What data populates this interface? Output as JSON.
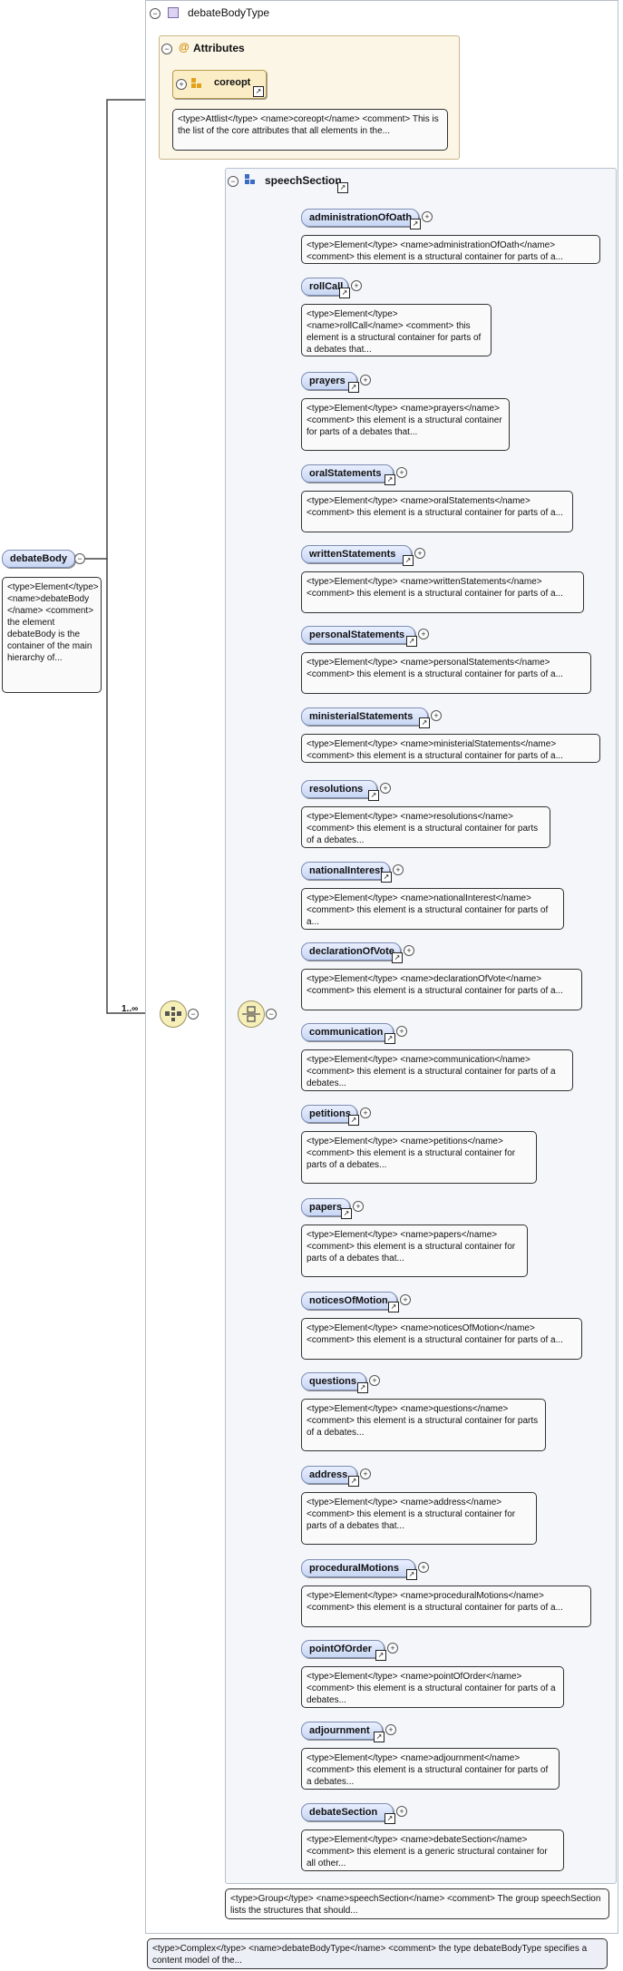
{
  "type": {
    "title": "debateBodyType",
    "comment": "<type>Complex</type> <name>debateBodyType</name> <comment> the type debateBodyType specifies a content model of the..."
  },
  "attributes": {
    "title": "Attributes",
    "coreopt_label": "coreopt",
    "coreopt_comment": "<type>Attlist</type> <name>coreopt</name> <comment> This is the list of the core attributes that all elements in the..."
  },
  "root": {
    "label": "debateBody",
    "comment": "<type>Element</type> <name>debateBody </name> <comment> the element debateBody is the container of the main hierarchy of..."
  },
  "multiplicity": "1..∞",
  "group": {
    "title": "speechSection",
    "comment": "<type>Group</type> <name>speechSection</name> <comment> The group speechSection lists the structures that should..."
  },
  "elements": [
    {
      "label": "administrationOfOath",
      "comment": "<type>Element</type> <name>administrationOfOath</name> <comment> this element is a structural container for parts of a..."
    },
    {
      "label": "rollCall",
      "comment": "<type>Element</type> <name>rollCall</name> <comment> this element is a structural container for parts of a debates that..."
    },
    {
      "label": "prayers",
      "comment": "<type>Element</type> <name>prayers</name> <comment> this element is a structural container for parts of a debates that..."
    },
    {
      "label": "oralStatements",
      "comment": "<type>Element</type> <name>oralStatements</name> <comment> this element is a structural container for parts of a..."
    },
    {
      "label": "writtenStatements",
      "comment": "<type>Element</type> <name>writtenStatements</name> <comment> this element is a structural container for parts of a..."
    },
    {
      "label": "personalStatements",
      "comment": "<type>Element</type> <name>personalStatements</name> <comment> this element is a structural container for parts of a..."
    },
    {
      "label": "ministerialStatements",
      "comment": "<type>Element</type> <name>ministerialStatements</name> <comment> this element is a structural container for parts of a..."
    },
    {
      "label": "resolutions",
      "comment": "<type>Element</type> <name>resolutions</name> <comment> this element is a structural container for parts of a debates..."
    },
    {
      "label": "nationalInterest",
      "comment": "<type>Element</type> <name>nationalInterest</name> <comment> this element is a structural container for parts of a..."
    },
    {
      "label": "declarationOfVote",
      "comment": "<type>Element</type> <name>declarationOfVote</name> <comment> this element is a structural container for parts of a..."
    },
    {
      "label": "communication",
      "comment": "<type>Element</type> <name>communication</name> <comment> this element is a structural container for parts of a debates..."
    },
    {
      "label": "petitions",
      "comment": "<type>Element</type> <name>petitions</name> <comment> this element is a structural container for parts of a debates..."
    },
    {
      "label": "papers",
      "comment": "<type>Element</type> <name>papers</name> <comment> this element is a structural container for parts of a debates that..."
    },
    {
      "label": "noticesOfMotion",
      "comment": "<type>Element</type> <name>noticesOfMotion</name> <comment> this element is a structural container for parts of a..."
    },
    {
      "label": "questions",
      "comment": "<type>Element</type> <name>questions</name> <comment> this element is a structural container for parts of a debates..."
    },
    {
      "label": "address",
      "comment": "<type>Element</type> <name>address</name> <comment> this element is a structural container for parts of a debates that..."
    },
    {
      "label": "proceduralMotions",
      "comment": "<type>Element</type> <name>proceduralMotions</name> <comment> this element is a structural container for parts of a..."
    },
    {
      "label": "pointOfOrder",
      "comment": "<type>Element</type> <name>pointOfOrder</name> <comment> this element is a structural container for parts of a debates..."
    },
    {
      "label": "adjournment",
      "comment": "<type>Element</type> <name>adjournment</name> <comment> this element is a structural container for parts of a debates..."
    },
    {
      "label": "debateSection",
      "comment": "<type>Element</type> <name>debateSection</name> <comment> this element is a generic structural container for all other..."
    }
  ],
  "icons": {
    "collapse": "minus-circle-icon",
    "expand": "plus-circle-icon",
    "link": "link-arrow-icon",
    "type": "complex-type-icon",
    "attribute": "attribute-at-icon",
    "sequence": "sequence-compositor-icon",
    "choice": "choice-compositor-icon"
  },
  "colors": {
    "element_fill": "#c8d6f3",
    "attr_fill": "#fcf6e6",
    "group_fill": "#f4f6fa",
    "compositor_fill": "#f7efb8"
  }
}
